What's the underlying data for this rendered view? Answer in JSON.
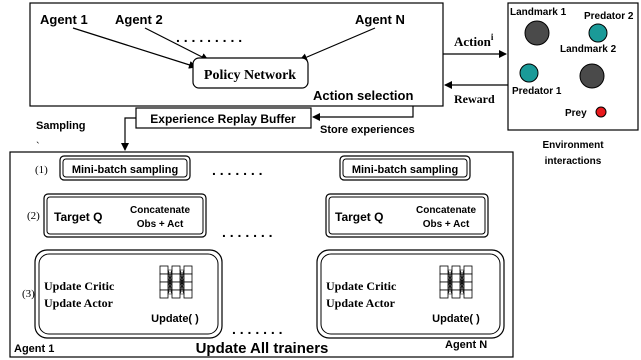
{
  "top_box": {
    "agent_1": "Agent 1",
    "agent_2": "Agent 2",
    "agent_n": "Agent N",
    "ellipsis": ". . . . . . . . .",
    "policy_network": "Policy Network",
    "action_selection": "Action selection"
  },
  "environment": {
    "landmark_1": "Landmark 1",
    "predator_2": "Predator 2",
    "landmark_2": "Landmark 2",
    "predator_1": "Predator 1",
    "prey": "Prey",
    "caption_line1": "Environment",
    "caption_line2": "interactions"
  },
  "arrows": {
    "action": "Action",
    "action_superscript": "i",
    "reward": "Reward",
    "sampling": "Sampling",
    "store_experiences": "Store experiences"
  },
  "replay_buffer": "Experience Replay Buffer",
  "trainers": {
    "step_1": "(1)",
    "step_2": "(2)",
    "step_3": "(3)",
    "minibatch": "Mini-batch sampling",
    "target_q": "Target Q",
    "concat_line1": "Concatenate",
    "concat_line2": "Obs + Act",
    "update_critic": "Update Critic",
    "update_actor": "Update Actor",
    "update_fn": "Update( )",
    "dots": ". . . . . . .",
    "agent_1": "Agent 1",
    "agent_n": "Agent N",
    "update_all": "Update All trainers"
  },
  "colors": {
    "predator": "#1a9a98",
    "landmark": "#4a4a4a",
    "prey": "#e8191c",
    "stroke": "#000000"
  }
}
